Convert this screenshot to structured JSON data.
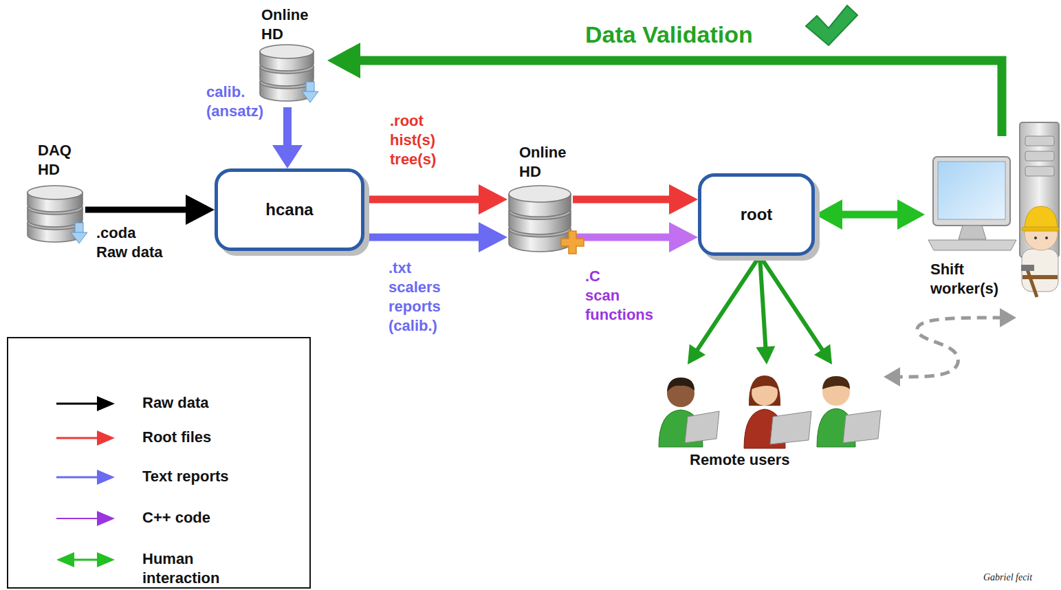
{
  "diagram": {
    "nodes": [
      {
        "text": [
          "Online HD"
        ]
      },
      {
        "text": [
          "DAQ HD"
        ]
      },
      {
        "text": [
          "hcana"
        ]
      },
      {
        "text": [
          "Online HD"
        ]
      },
      {
        "text": [
          "root"
        ]
      },
      {
        "text": [
          "Shift worker(s)"
        ]
      },
      {
        "text": [
          "Remote users"
        ]
      }
    ],
    "edges": [
      {
        "from": 0,
        "to": 2,
        "arrow": "to",
        "label": "calib. (ansatz)"
      },
      {
        "from": 1,
        "to": 2,
        "arrow": "to",
        "label": ".coda Raw data"
      },
      {
        "from": 2,
        "to": 3,
        "arrow": "to",
        "label": ".root hist(s) tree(s)"
      },
      {
        "from": 2,
        "to": 3,
        "arrow": "to",
        "label": ".txt scalers reports (calib.)"
      },
      {
        "from": 3,
        "to": 4,
        "arrow": "to"
      },
      {
        "from": 3,
        "to": 4,
        "arrow": "to",
        "label": ".C scan functions"
      },
      {
        "from": 4,
        "to": 5,
        "arrow": "both"
      },
      {
        "from": 4,
        "to": 6,
        "arrow": "to"
      },
      {
        "from": 4,
        "to": 6,
        "arrow": "to"
      },
      {
        "from": 4,
        "to": 6,
        "arrow": "to"
      },
      {
        "from": 5,
        "to": 0,
        "arrow": "to",
        "label": "Data Validation"
      },
      {
        "from": 5,
        "to": 6,
        "arrow": "both"
      }
    ],
    "labels": [
      "Gabriel fecit"
    ],
    "legend": [
      {
        "text": "Raw data"
      },
      {
        "text": "Root files"
      },
      {
        "text": "Text reports"
      },
      {
        "text": "C++ code"
      },
      {
        "text": "Human interaction"
      }
    ]
  }
}
